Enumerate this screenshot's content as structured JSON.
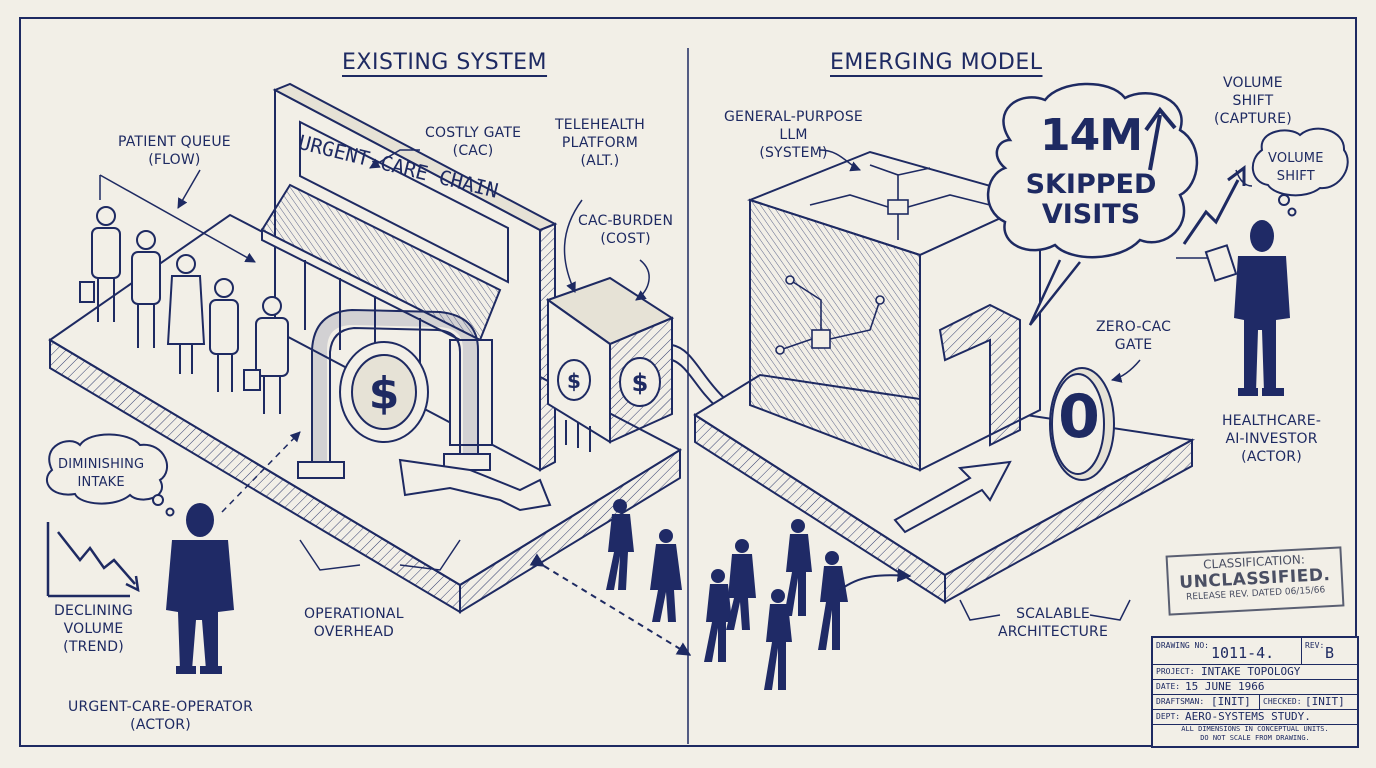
{
  "headings": {
    "existing": "EXISTING SYSTEM",
    "emerging": "EMERGING MODEL"
  },
  "labels": {
    "patient_queue": "PATIENT QUEUE\n(FLOW)",
    "costly_gate": "COSTLY GATE\n(CAC)",
    "telehealth": "TELEHEALTH\nPLATFORM\n(ALT.)",
    "cac_burden": "CAC-BURDEN\n(COST)",
    "sign": "URGENT-CARE CHAIN",
    "diminishing": "DIMINISHING\nINTAKE",
    "declining": "DECLINING\nVOLUME\n(TREND)",
    "operator": "URGENT-CARE-OPERATOR\n(ACTOR)",
    "overhead": "OPERATIONAL\nOVERHEAD",
    "llm": "GENERAL-PURPOSE\nLLM\n(SYSTEM)",
    "skipped_number": "14M",
    "skipped_text": "SKIPPED\nVISITS",
    "volume_shift_capture": "VOLUME\nSHIFT\n(CAPTURE)",
    "volume_shift": "VOLUME\nSHIFT",
    "zero_cac": "ZERO-CAC\nGATE",
    "zero": "0",
    "investor": "HEALTHCARE-\nAI-INVESTOR\n(ACTOR)",
    "scalable": "SCALABLE\nARCHITECTURE"
  },
  "stamp": {
    "line1": "CLASSIFICATION:",
    "line2": "UNCLASSIFIED.",
    "line3": "RELEASE REV. DATED 06/15/66"
  },
  "title_block": {
    "drawing_no_label": "DRAWING NO:",
    "drawing_no": "1011-4.",
    "rev_label": "REV:",
    "rev": "B",
    "project_label": "PROJECT:",
    "project": "INTAKE TOPOLOGY",
    "date_label": "DATE:",
    "date": "15 JUNE 1966",
    "draftsman_label": "DRAFTSMAN:",
    "draftsman": "[INIT]",
    "checked_label": "CHECKED:",
    "checked": "[INIT]",
    "dept_label": "DEPT:",
    "dept": "AERO-SYSTEMS STUDY.",
    "note": "ALL DIMENSIONS IN CONCEPTUAL UNITS.\nDO NOT SCALE FROM DRAWING."
  },
  "colors": {
    "ink": "#1e2a62",
    "paper": "#f2efe7",
    "figure_fill": "#1f2a66",
    "stamp_ink": "#4a4f63"
  },
  "icons": [
    "dollar-coin-icon",
    "circuit-chip-icon",
    "rising-trend-icon",
    "declining-trend-icon",
    "thought-bubble-icon"
  ]
}
